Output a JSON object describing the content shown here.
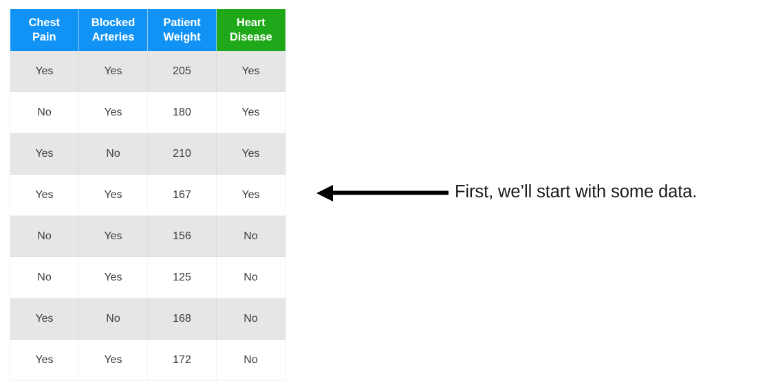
{
  "table": {
    "columns": [
      {
        "id": "chest-pain",
        "line1": "Chest",
        "line2": "Pain",
        "header_color": "#1093f5"
      },
      {
        "id": "blocked-arteries",
        "line1": "Blocked",
        "line2": "Arteries",
        "header_color": "#1093f5"
      },
      {
        "id": "patient-weight",
        "line1": "Patient",
        "line2": "Weight",
        "header_color": "#1093f5"
      },
      {
        "id": "heart-disease",
        "line1": "Heart",
        "line2": "Disease",
        "header_color": "#1fa819"
      }
    ],
    "rows": [
      {
        "chest_pain": "Yes",
        "blocked_arteries": "Yes",
        "patient_weight": "205",
        "heart_disease": "Yes"
      },
      {
        "chest_pain": "No",
        "blocked_arteries": "Yes",
        "patient_weight": "180",
        "heart_disease": "Yes"
      },
      {
        "chest_pain": "Yes",
        "blocked_arteries": "No",
        "patient_weight": "210",
        "heart_disease": "Yes"
      },
      {
        "chest_pain": "Yes",
        "blocked_arteries": "Yes",
        "patient_weight": "167",
        "heart_disease": "Yes"
      },
      {
        "chest_pain": "No",
        "blocked_arteries": "Yes",
        "patient_weight": "156",
        "heart_disease": "No"
      },
      {
        "chest_pain": "No",
        "blocked_arteries": "Yes",
        "patient_weight": "125",
        "heart_disease": "No"
      },
      {
        "chest_pain": "Yes",
        "blocked_arteries": "No",
        "patient_weight": "168",
        "heart_disease": "No"
      },
      {
        "chest_pain": "Yes",
        "blocked_arteries": "Yes",
        "patient_weight": "172",
        "heart_disease": "No"
      }
    ],
    "row_stripe_color": "#e6e6e6",
    "row_plain_color": "#ffffff",
    "text_color": "#3b3b3b"
  },
  "callout": {
    "arrow_direction": "left",
    "arrow_color": "#000000",
    "caption": "First, we’ll start with some data."
  }
}
